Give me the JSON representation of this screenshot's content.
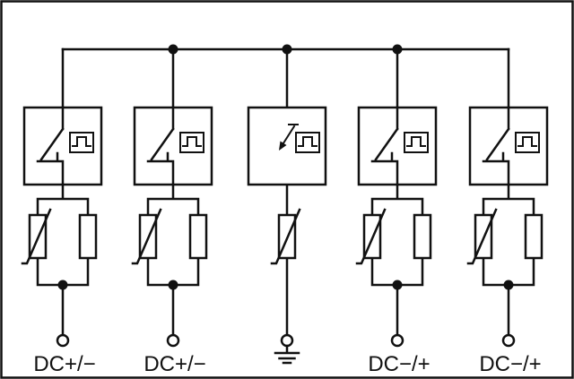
{
  "page": {
    "background": "#ffffff",
    "line_color": "#111111"
  },
  "diagram": {
    "type": "surge-protection-circuit-schematic",
    "terminals": [
      {
        "id": 1,
        "label": "DC+/−",
        "symbol": "open-terminal"
      },
      {
        "id": 2,
        "label": "DC+/−",
        "symbol": "open-terminal"
      },
      {
        "id": 3,
        "label": "",
        "symbol": "earth-ground"
      },
      {
        "id": 4,
        "label": "DC−/+",
        "symbol": "open-terminal"
      },
      {
        "id": 5,
        "label": "DC−/+",
        "symbol": "open-terminal"
      }
    ],
    "branches": [
      {
        "components": [
          "thermal-disconnect-switch",
          "status-indicator",
          "varistor",
          "fuse"
        ]
      },
      {
        "components": [
          "thermal-disconnect-switch",
          "status-indicator",
          "varistor",
          "fuse"
        ]
      },
      {
        "components": [
          "disconnect-device",
          "status-indicator",
          "varistor"
        ]
      },
      {
        "components": [
          "thermal-disconnect-switch",
          "status-indicator",
          "varistor",
          "fuse"
        ]
      },
      {
        "components": [
          "thermal-disconnect-switch",
          "status-indicator",
          "varistor",
          "fuse"
        ]
      }
    ]
  }
}
